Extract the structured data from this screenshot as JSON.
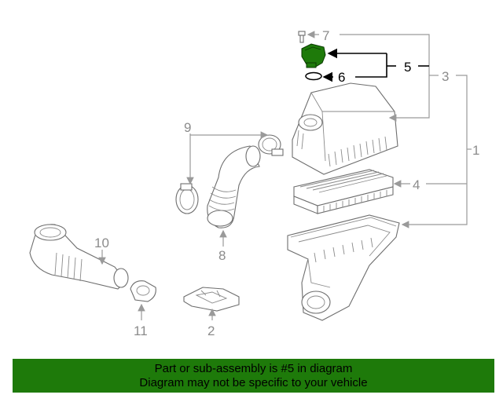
{
  "highlight_color": "#1e7a0a",
  "callouts": {
    "c1": "1",
    "c2": "2",
    "c3": "3",
    "c4": "4",
    "c5": "5",
    "c6": "6",
    "c7": "7",
    "c8": "8",
    "c9": "9",
    "c10": "10",
    "c11": "11"
  },
  "banner": {
    "line1": "Part or sub-assembly is #5 in diagram",
    "line2": "Diagram may not be specific to your vehicle"
  }
}
